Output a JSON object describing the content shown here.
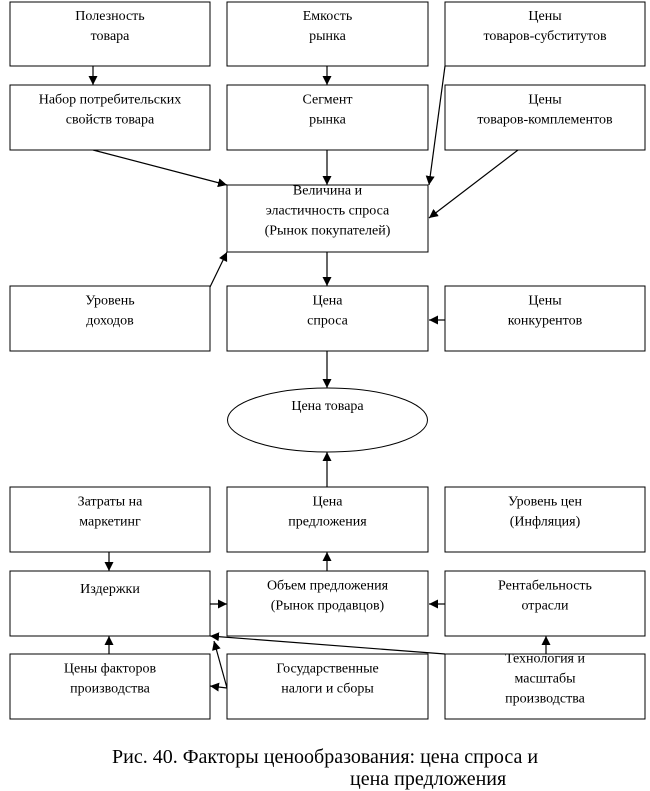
{
  "nodes": {
    "usefulness": {
      "lines": [
        "Полезность",
        "товара"
      ]
    },
    "capacity": {
      "lines": [
        "Емкость",
        "рынка"
      ]
    },
    "substitutes": {
      "lines": [
        "Цены",
        "товаров-субститутов"
      ]
    },
    "properties": {
      "lines": [
        "Набор потребительских",
        "свойств товара"
      ]
    },
    "segment": {
      "lines": [
        "Сегмент",
        "рынка"
      ]
    },
    "complements": {
      "lines": [
        "Цены",
        "товаров-комплементов"
      ]
    },
    "demand_size": {
      "lines": [
        "Величина и",
        "эластичность спроса",
        "(Рынок покупателей)"
      ]
    },
    "income": {
      "lines": [
        "Уровень",
        "доходов"
      ]
    },
    "demand_price": {
      "lines": [
        "Цена",
        "спроса"
      ]
    },
    "competitors": {
      "lines": [
        "Цены",
        "конкурентов"
      ]
    },
    "goods_price": {
      "lines": [
        "Цена товара"
      ]
    },
    "marketing": {
      "lines": [
        "Затраты на",
        "маркетинг"
      ]
    },
    "supply_price": {
      "lines": [
        "Цена",
        "предложения"
      ]
    },
    "inflation": {
      "lines": [
        "Уровень цен",
        "(Инфляция)"
      ]
    },
    "costs": {
      "lines": [
        "Издержки"
      ]
    },
    "supply_volume": {
      "lines": [
        "Объем предложения",
        "(Рынок продавцов)"
      ]
    },
    "profitability": {
      "lines": [
        "Рентабельность",
        "отрасли"
      ]
    },
    "factor_prices": {
      "lines": [
        "Цены факторов",
        "производства"
      ]
    },
    "taxes": {
      "lines": [
        "Государственные",
        "налоги и сборы"
      ]
    },
    "technology": {
      "lines": [
        "Технология и",
        "масштабы",
        "производства"
      ]
    }
  },
  "caption": {
    "line1": "Рис. 40. Факторы ценообразования: цена спроса и",
    "line2": "цена предложения"
  }
}
